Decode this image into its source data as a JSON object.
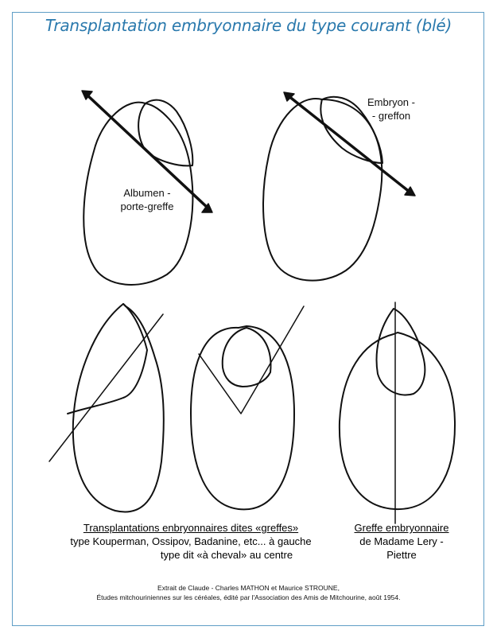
{
  "title": "Transplantation embryonnaire du type courant (blé)",
  "title_color": "#2a79ad",
  "border_color": "#5f9ec6",
  "labels": {
    "albumen": "Albumen -\nporte-greffe",
    "embryon": "Embryon -\n- greffon"
  },
  "captions": {
    "left_line1": "Transplantations enbryonnaires dites «greffes»",
    "left_line2": "type Kouperman, Ossipov, Badanine, etc... à gauche",
    "left_line3": "type dit «à cheval» au centre",
    "right_line1": "Greffe embryonnaire",
    "right_line2": "de Madame Lery -",
    "right_line3": "Piettre"
  },
  "credit": {
    "line1": "Extrait de Claude - Charles MATHON et Maurice STROUNE,",
    "line2": "Études mitchouriniennes sur les céréales, édité par l'Association des Amis de Mitchourine, août 1954."
  }
}
